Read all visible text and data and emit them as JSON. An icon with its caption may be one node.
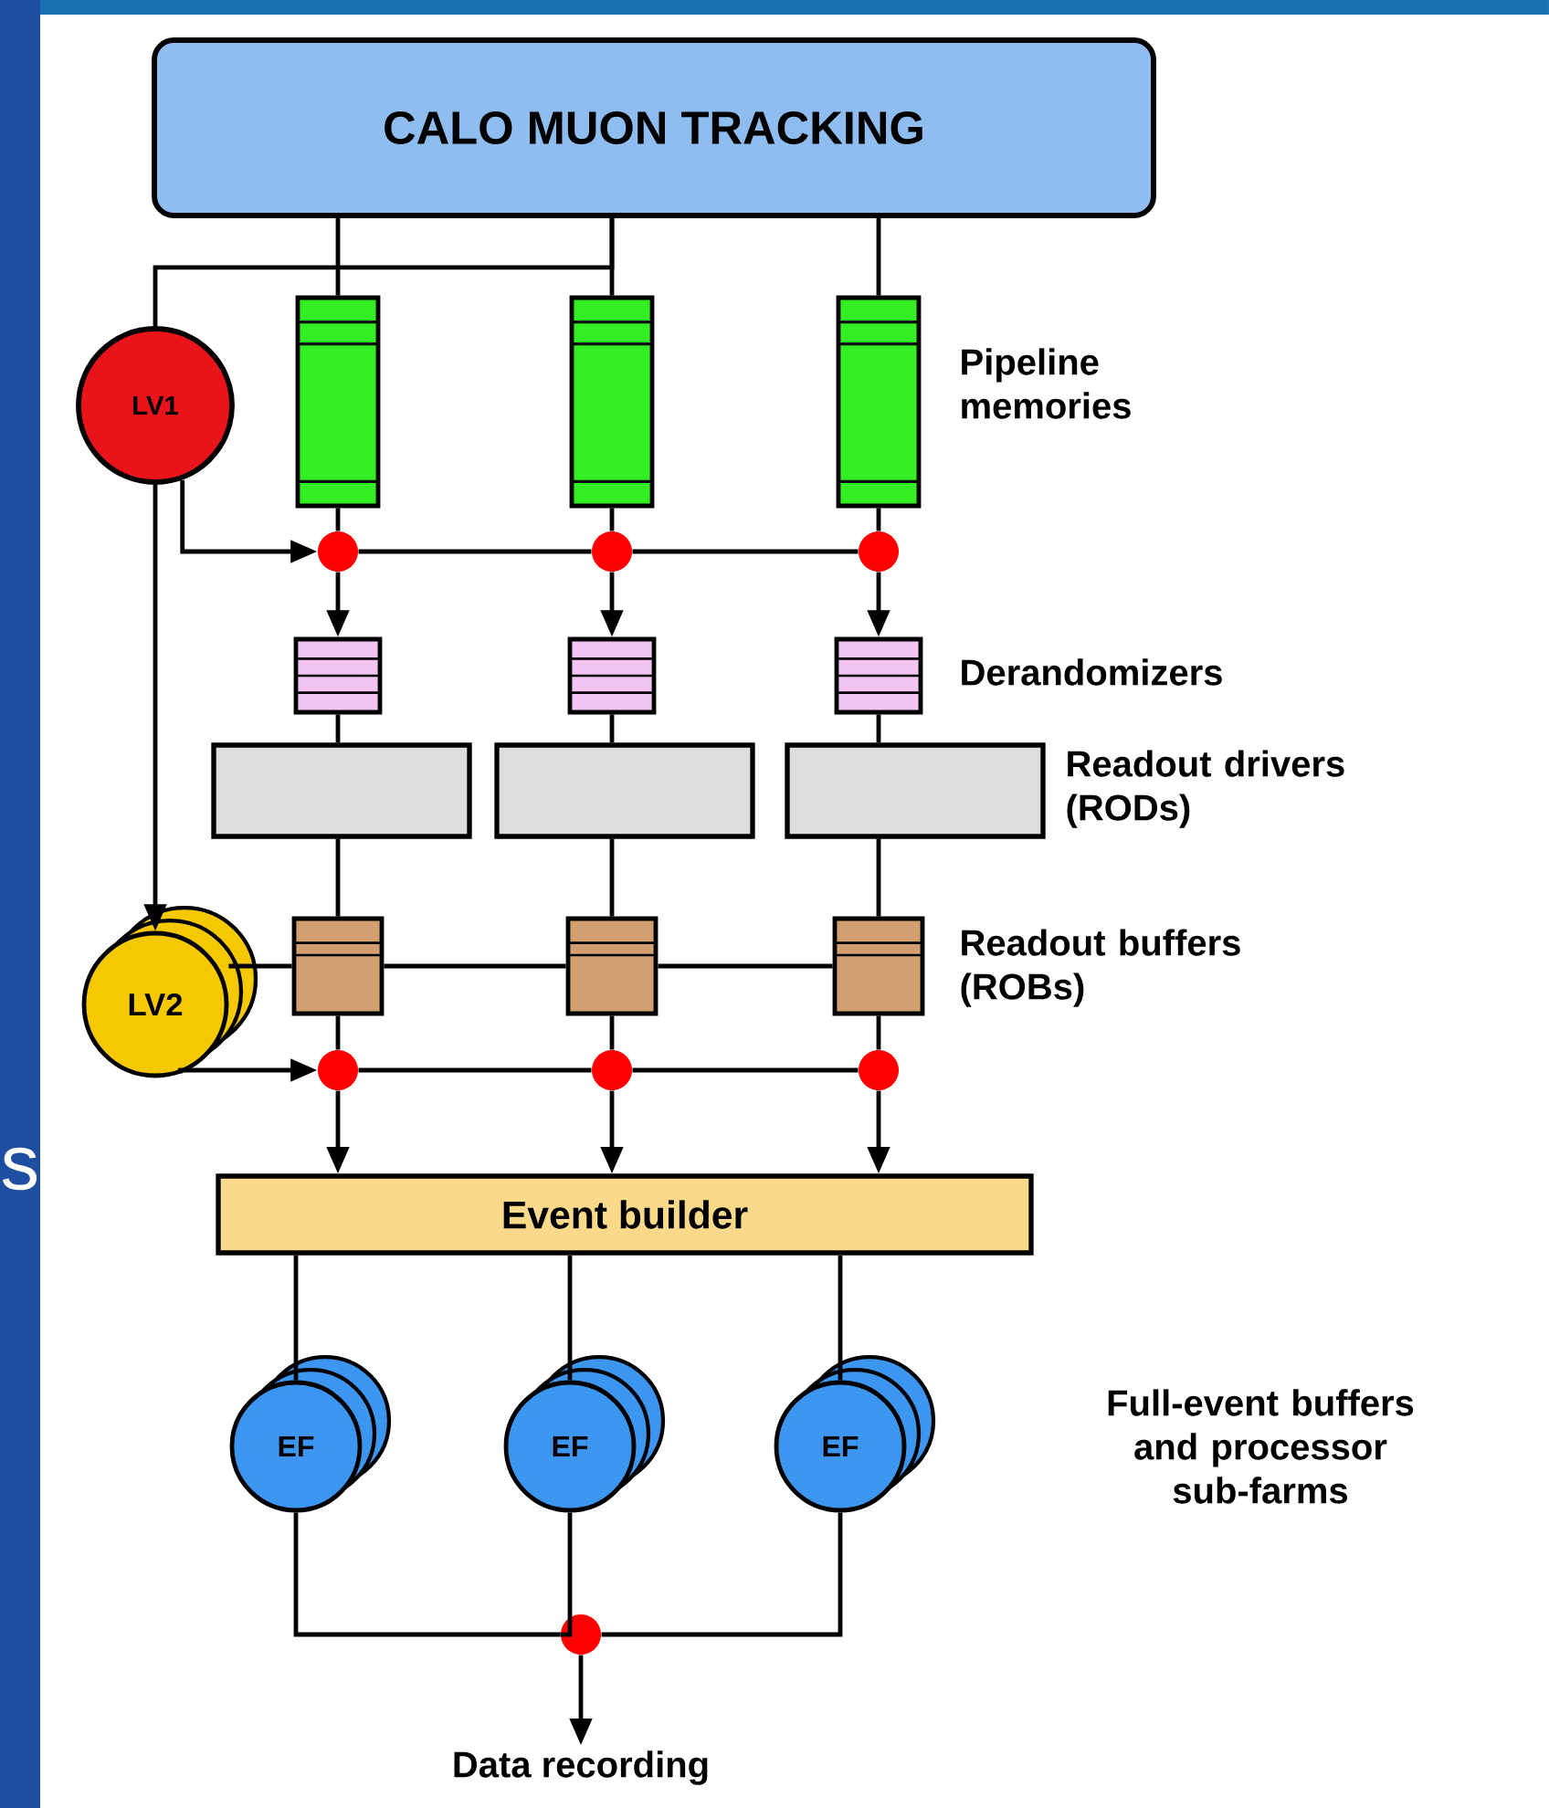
{
  "diagram": {
    "nodes": [
      {
        "text": [
          "CALO MUON TRACKING"
        ]
      },
      {
        "text": [
          "LV1"
        ]
      },
      {
        "text": [],
        "shape": "box"
      },
      {
        "text": [],
        "shape": "box"
      },
      {
        "text": [],
        "shape": "box"
      },
      {
        "text": [],
        "shape": "circle"
      },
      {
        "text": [],
        "shape": "circle"
      },
      {
        "text": [],
        "shape": "circle"
      },
      {
        "text": [],
        "shape": "box"
      },
      {
        "text": [],
        "shape": "box"
      },
      {
        "text": [],
        "shape": "box"
      },
      {
        "text": [],
        "shape": "box"
      },
      {
        "text": [],
        "shape": "box"
      },
      {
        "text": [],
        "shape": "box"
      },
      {
        "text": [
          "LV2"
        ]
      },
      {
        "text": [],
        "shape": "box"
      },
      {
        "text": [],
        "shape": "box"
      },
      {
        "text": [],
        "shape": "box"
      },
      {
        "text": [],
        "shape": "circle"
      },
      {
        "text": [],
        "shape": "circle"
      },
      {
        "text": [],
        "shape": "circle"
      },
      {
        "text": [
          "Event builder"
        ]
      },
      {
        "text": [
          "EF"
        ]
      },
      {
        "text": [
          "EF"
        ]
      },
      {
        "text": [
          "EF"
        ]
      },
      {
        "text": [],
        "shape": "circle"
      },
      {
        "text": [
          "Data recording"
        ]
      }
    ],
    "edges": [
      {
        "from": 0,
        "to": 2,
        "arrow": "none"
      },
      {
        "from": 0,
        "to": 3,
        "arrow": "none"
      },
      {
        "from": 0,
        "to": 4,
        "arrow": "none"
      },
      {
        "from": 0,
        "to": 1,
        "arrow": "none"
      },
      {
        "from": 2,
        "to": 5,
        "arrow": "none"
      },
      {
        "from": 3,
        "to": 6,
        "arrow": "none"
      },
      {
        "from": 4,
        "to": 7,
        "arrow": "none"
      },
      {
        "from": 1,
        "to": 5,
        "arrow": "to"
      },
      {
        "from": 5,
        "to": 6,
        "arrow": "none"
      },
      {
        "from": 6,
        "to": 7,
        "arrow": "none"
      },
      {
        "from": 5,
        "to": 8,
        "arrow": "to"
      },
      {
        "from": 6,
        "to": 9,
        "arrow": "to"
      },
      {
        "from": 7,
        "to": 10,
        "arrow": "to"
      },
      {
        "from": 8,
        "to": 11,
        "arrow": "none"
      },
      {
        "from": 9,
        "to": 12,
        "arrow": "none"
      },
      {
        "from": 10,
        "to": 13,
        "arrow": "none"
      },
      {
        "from": 11,
        "to": 15,
        "arrow": "none"
      },
      {
        "from": 12,
        "to": 16,
        "arrow": "none"
      },
      {
        "from": 13,
        "to": 17,
        "arrow": "none"
      },
      {
        "from": 1,
        "to": 14,
        "arrow": "to"
      },
      {
        "from": 14,
        "to": 15,
        "arrow": "none"
      },
      {
        "from": 15,
        "to": 16,
        "arrow": "none"
      },
      {
        "from": 16,
        "to": 17,
        "arrow": "none"
      },
      {
        "from": 15,
        "to": 18,
        "arrow": "none"
      },
      {
        "from": 16,
        "to": 19,
        "arrow": "none"
      },
      {
        "from": 17,
        "to": 20,
        "arrow": "none"
      },
      {
        "from": 14,
        "to": 18,
        "arrow": "to"
      },
      {
        "from": 18,
        "to": 19,
        "arrow": "none"
      },
      {
        "from": 19,
        "to": 20,
        "arrow": "none"
      },
      {
        "from": 18,
        "to": 21,
        "arrow": "to"
      },
      {
        "from": 19,
        "to": 21,
        "arrow": "to"
      },
      {
        "from": 20,
        "to": 21,
        "arrow": "to"
      },
      {
        "from": 21,
        "to": 22,
        "arrow": "none"
      },
      {
        "from": 21,
        "to": 23,
        "arrow": "none"
      },
      {
        "from": 21,
        "to": 24,
        "arrow": "none"
      },
      {
        "from": 22,
        "to": 25,
        "arrow": "none"
      },
      {
        "from": 23,
        "to": 25,
        "arrow": "none"
      },
      {
        "from": 24,
        "to": 25,
        "arrow": "none"
      },
      {
        "from": 25,
        "to": 26,
        "arrow": "to"
      }
    ],
    "labels": [
      "Pipeline memories",
      "Derandomizers",
      "Readout drivers (RODs)",
      "Readout buffers (ROBs)",
      "Full-event buffers and processor sub-farms",
      "s"
    ]
  }
}
